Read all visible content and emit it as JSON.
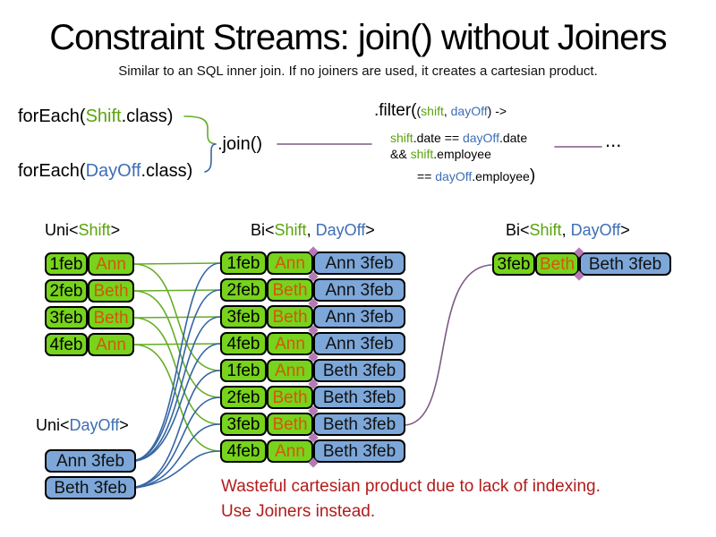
{
  "title": "Constraint Streams: join() without Joiners",
  "subtitle": "Similar to an SQL inner join. If no joiners are used, it creates a cartesian product.",
  "code": {
    "foreach_shift": [
      "forEach(",
      "Shift",
      ".class)"
    ],
    "foreach_dayoff": [
      "forEach(",
      "DayOff",
      ".class)"
    ],
    "join": ".join()",
    "filter": {
      "l1": [
        ".filter(",
        "(",
        "shift",
        ", ",
        "dayOff",
        ") ->"
      ],
      "l2": [
        "shift",
        ".date == ",
        "dayOff",
        ".date"
      ],
      "l3": [
        "&& ",
        "shift",
        ".employee"
      ],
      "l4": [
        "== ",
        "dayOff",
        ".employee",
        ")"
      ]
    },
    "ellipsis": "..."
  },
  "labels": {
    "uni_shift": [
      "Uni<",
      "Shift",
      ">"
    ],
    "bi_mid": [
      "Bi<",
      "Shift",
      ", ",
      "DayOff",
      ">"
    ],
    "bi_right": [
      "Bi<",
      "Shift",
      ", ",
      "DayOff",
      ">"
    ],
    "uni_dayoff": [
      "Uni<",
      "DayOff",
      ">"
    ]
  },
  "shift_rows": [
    {
      "date": "1feb",
      "name": "Ann"
    },
    {
      "date": "2feb",
      "name": "Beth"
    },
    {
      "date": "3feb",
      "name": "Beth"
    },
    {
      "date": "4feb",
      "name": "Ann"
    }
  ],
  "dayoff_rows": [
    "Ann 3feb",
    "Beth 3feb"
  ],
  "joined_rows": [
    {
      "date": "1feb",
      "name": "Ann",
      "dayoff": "Ann 3feb"
    },
    {
      "date": "2feb",
      "name": "Beth",
      "dayoff": "Ann 3feb"
    },
    {
      "date": "3feb",
      "name": "Beth",
      "dayoff": "Ann 3feb"
    },
    {
      "date": "4feb",
      "name": "Ann",
      "dayoff": "Ann 3feb"
    },
    {
      "date": "1feb",
      "name": "Ann",
      "dayoff": "Beth 3feb"
    },
    {
      "date": "2feb",
      "name": "Beth",
      "dayoff": "Beth 3feb"
    },
    {
      "date": "3feb",
      "name": "Beth",
      "dayoff": "Beth 3feb"
    },
    {
      "date": "4feb",
      "name": "Ann",
      "dayoff": "Beth 3feb"
    }
  ],
  "result_row": {
    "date": "3feb",
    "name": "Beth",
    "dayoff": "Beth 3feb"
  },
  "note": [
    "Wasteful cartesian product due to lack of indexing.",
    "Use Joiners instead."
  ],
  "colors": {
    "shift_green": "#77d31c",
    "dayoff_blue": "#7da7d9",
    "name_orange": "#d4570b",
    "code_green": "#5aa30d",
    "code_blue": "#3d6eb5",
    "line_green": "#64ad25",
    "line_blue": "#3465a4",
    "line_purple": "#7b5a82",
    "note_red": "#b21b1b",
    "diamond_plum": "#b57ab5"
  }
}
